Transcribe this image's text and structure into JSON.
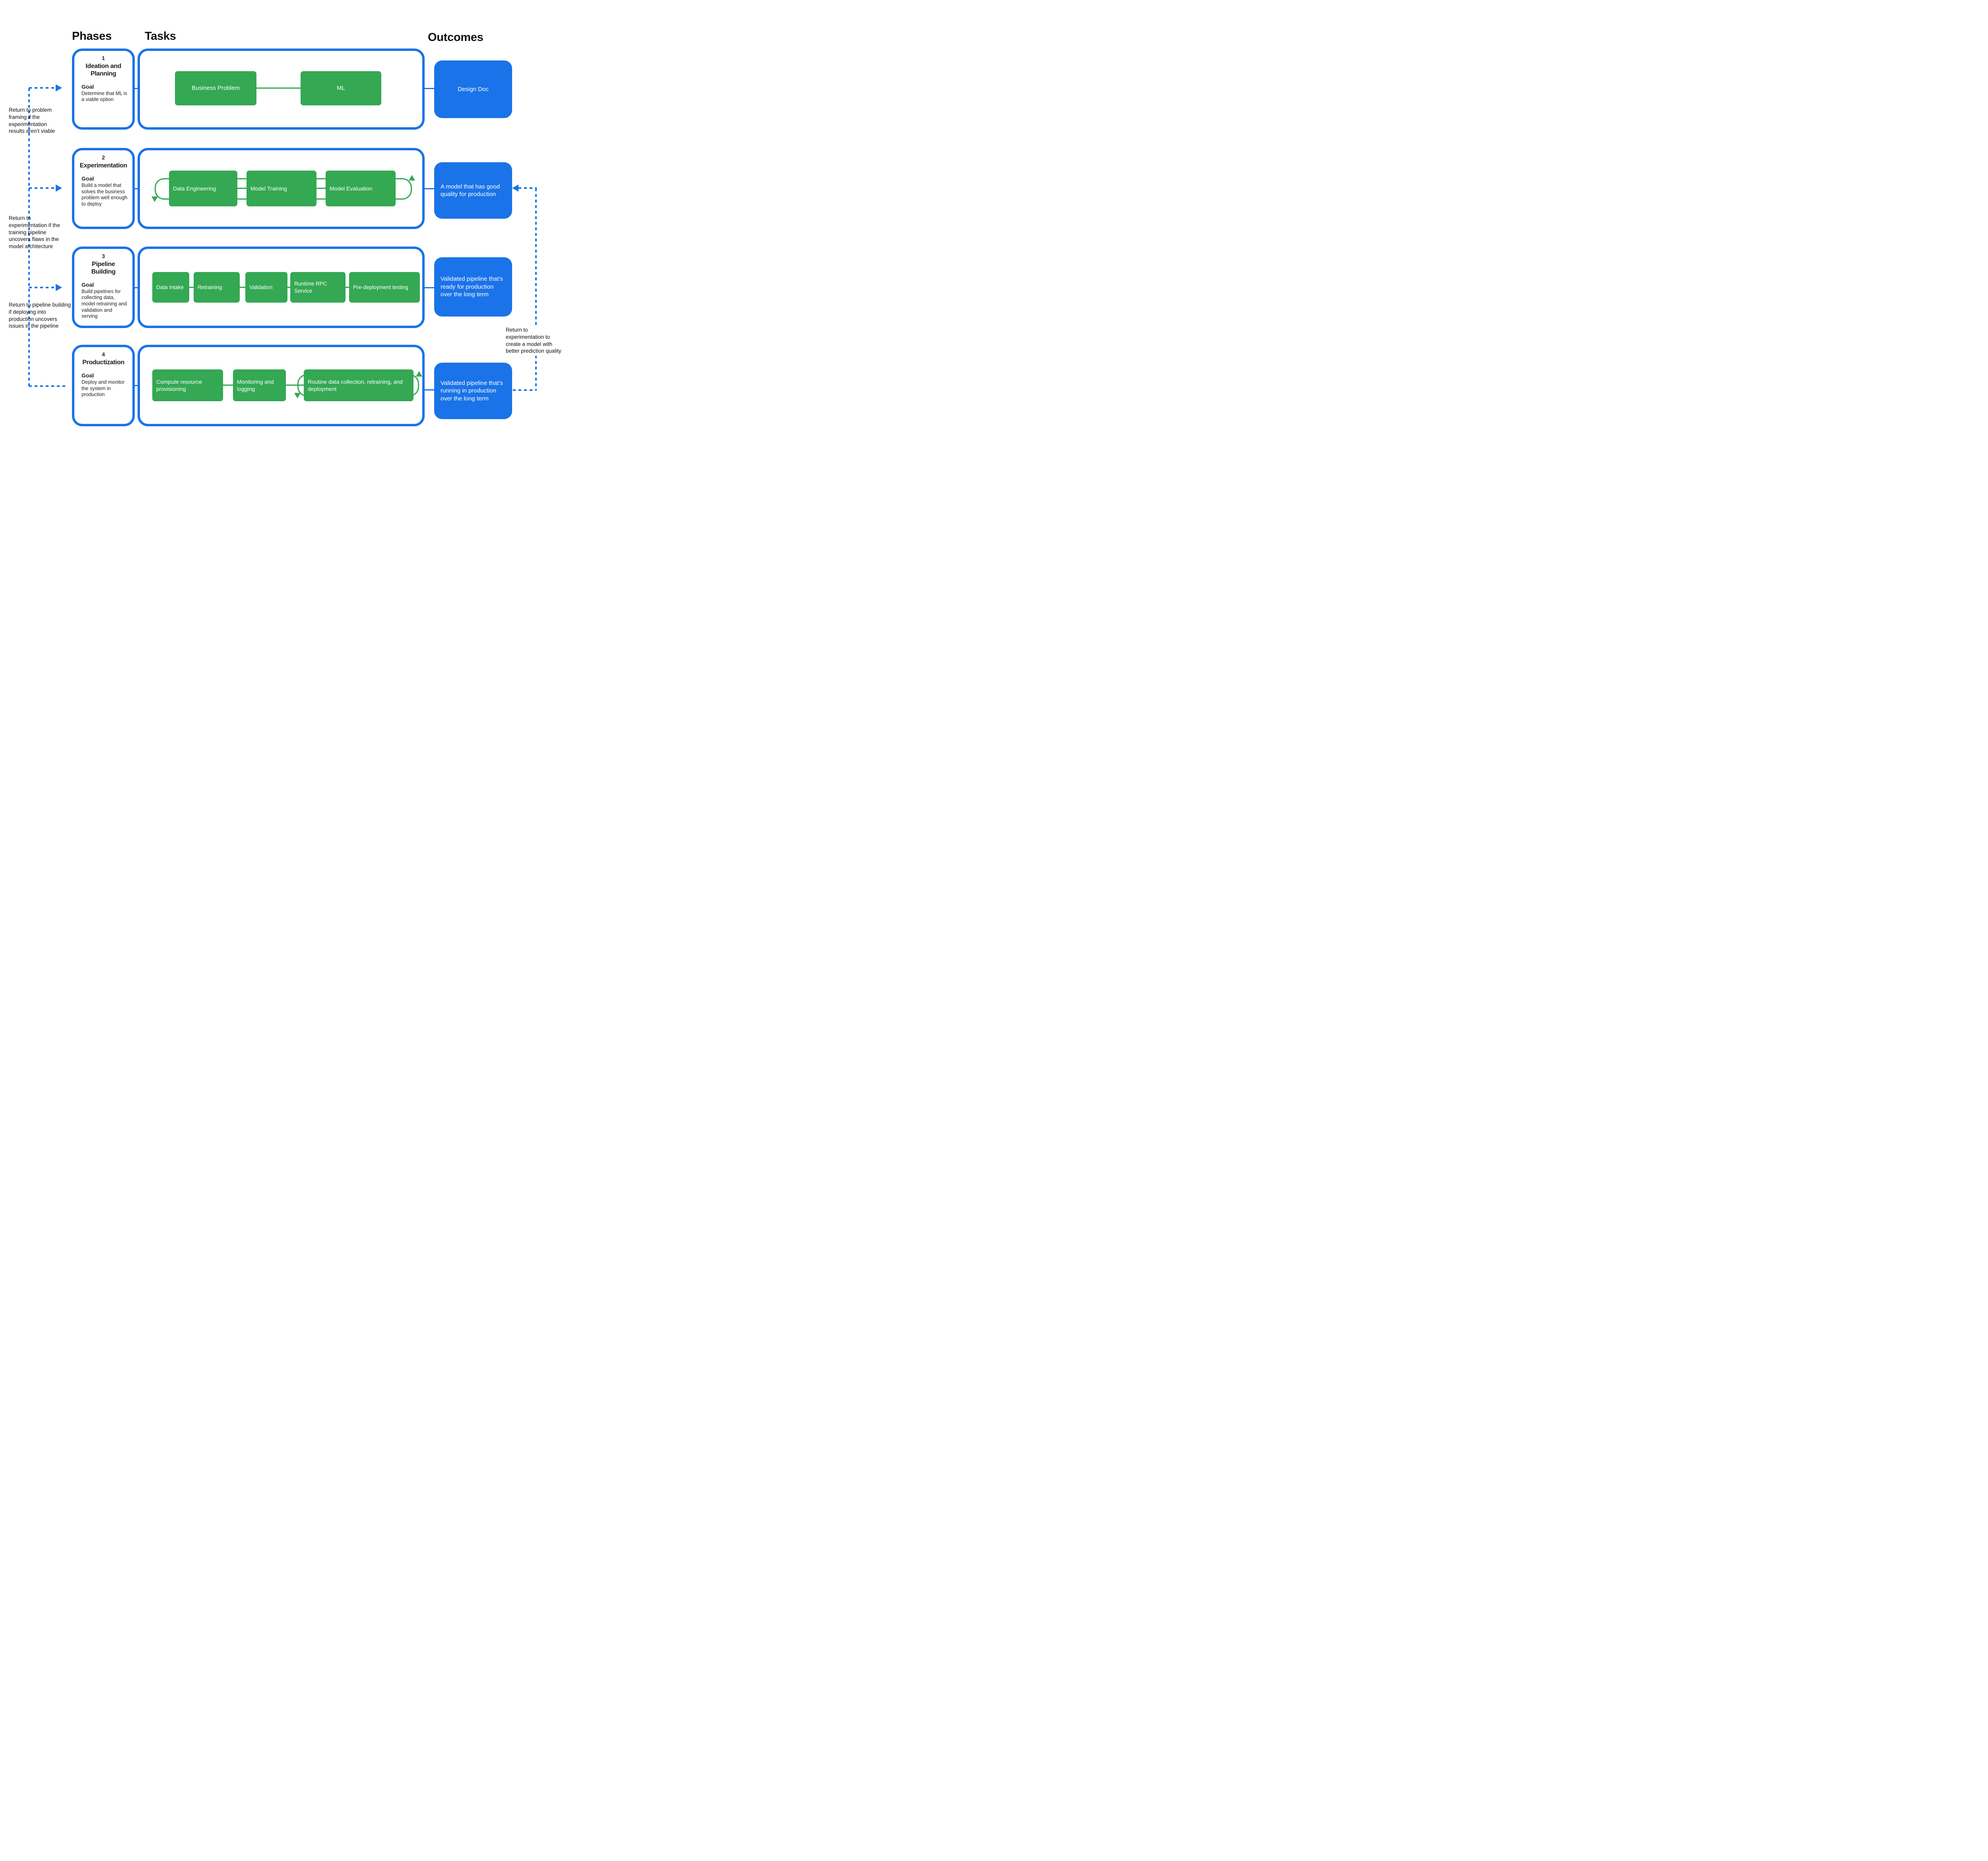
{
  "headers": {
    "phases": "Phases",
    "tasks": "Tasks",
    "outcomes": "Outcomes"
  },
  "colors": {
    "blue": "#1a73e8",
    "green": "#34a853"
  },
  "phases": [
    {
      "number": "1",
      "title": "Ideation and Planning",
      "goal_label": "Goal",
      "goal": "Determine that ML is a viable option"
    },
    {
      "number": "2",
      "title": "Experimentation",
      "goal_label": "Goal",
      "goal": "Build a model that solves the business problem well enough to deploy"
    },
    {
      "number": "3",
      "title": "Pipeline Building",
      "goal_label": "Goal",
      "goal": "Build pipelines for collecting data, model retraining and validation and serving"
    },
    {
      "number": "4",
      "title": "Productization",
      "goal_label": "Goal",
      "goal": "Deploy and monitor the system in production"
    }
  ],
  "tasks": {
    "row1": [
      "Business Problem",
      "ML"
    ],
    "row2": [
      "Data Engineering",
      "Model Training",
      "Model Evaluation"
    ],
    "row3": [
      "Data Intake",
      "Retraining",
      "Validation",
      "Runtime RPC Service",
      "Pre-deployment testing"
    ],
    "row4": [
      "Compute resource provisioning",
      "Monitoring and logging",
      "Routine data collection, retraining, and deployment"
    ]
  },
  "outcomes": [
    "Design Doc",
    "A model that has good quality for production",
    "Validated pipeline that’s ready for production over the long term",
    "Validated pipeline that’s running in production over the long term"
  ],
  "annotations": {
    "left1": "Return to problem framing if the experimentation results aren’t viable",
    "left2": "Return to experimentation if the training pipeline uncovers flaws in the model architecture",
    "left3": "Return to pipeline building if deploying into production uncovers issues in the pipeline",
    "right": "Return to experimentation to create a model with better prediction quality"
  }
}
